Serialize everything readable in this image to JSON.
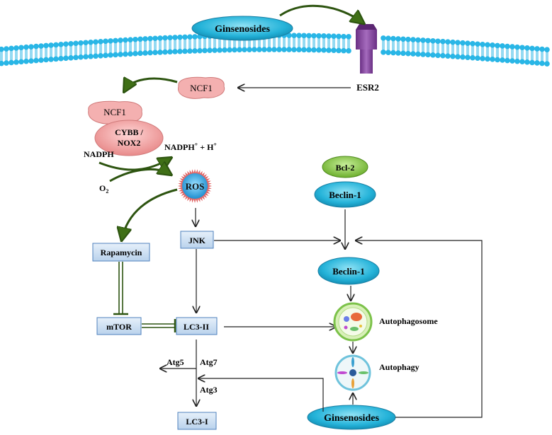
{
  "ligand_top": "Ginsenosides",
  "receptor": "ESR2",
  "ncf1_upper": "NCF1",
  "ncf1_lower": "NCF1",
  "nox_line1": "CYBB /",
  "nox_line2": "NOX2",
  "nadph": "NADPH",
  "nadph_plus": "NADPH",
  "nadph_plus_sup": "+",
  "plus_h": " + H",
  "h_sup": "+",
  "o2": "O",
  "o2_sub": "2",
  "ros": "ROS",
  "bcl2": "Bcl-2",
  "beclin_top": "Beclin-1",
  "beclin_mid": "Beclin-1",
  "rapamycin": "Rapamycin",
  "jnk": "JNK",
  "mtor": "mTOR",
  "lc3_ii": "LC3-II",
  "lc3_i": "LC3-I",
  "atg5": "Atg5",
  "atg7": "Atg7",
  "atg3": "Atg3",
  "autophagosome": "Autophagosome",
  "autophagy": "Autophagy",
  "ligand_bottom": "Ginsenosides",
  "colors": {
    "membrane": "#29b6e6",
    "ginsenoside_fill": "#2bbfe0",
    "receptor": "#8a4aa0",
    "ncf1_fill": "#f4b0b0",
    "nox_fill": "#f6a7a7",
    "box_fill": "#c9dff2",
    "box_stroke": "#4f81bd",
    "bcl2_fill": "#8fd14f",
    "ros_fill": "#3aaee0",
    "ros_spike": "#e06666",
    "green_arrow": "#4a7a1c"
  }
}
